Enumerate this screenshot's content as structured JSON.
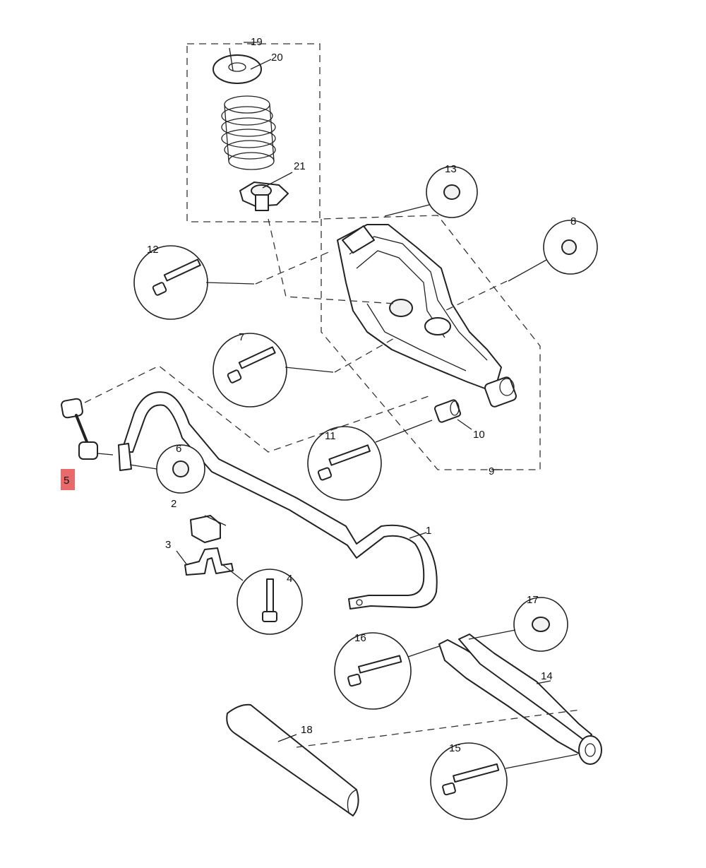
{
  "diagram": {
    "highlight_color": "#e86a6a",
    "callouts": [
      {
        "id": "1",
        "label": "1"
      },
      {
        "id": "2",
        "label": "2"
      },
      {
        "id": "3",
        "label": "3"
      },
      {
        "id": "4",
        "label": "4"
      },
      {
        "id": "5",
        "label": "5",
        "highlighted": true
      },
      {
        "id": "6",
        "label": "6"
      },
      {
        "id": "7",
        "label": "7"
      },
      {
        "id": "8",
        "label": "8"
      },
      {
        "id": "9",
        "label": "9"
      },
      {
        "id": "10",
        "label": "10"
      },
      {
        "id": "11",
        "label": "11"
      },
      {
        "id": "12",
        "label": "12"
      },
      {
        "id": "13",
        "label": "13"
      },
      {
        "id": "14",
        "label": "14"
      },
      {
        "id": "15",
        "label": "15"
      },
      {
        "id": "16",
        "label": "16"
      },
      {
        "id": "17",
        "label": "17"
      },
      {
        "id": "18",
        "label": "18"
      },
      {
        "id": "19",
        "label": "19"
      },
      {
        "id": "20",
        "label": "20"
      },
      {
        "id": "21",
        "label": "21"
      }
    ]
  }
}
